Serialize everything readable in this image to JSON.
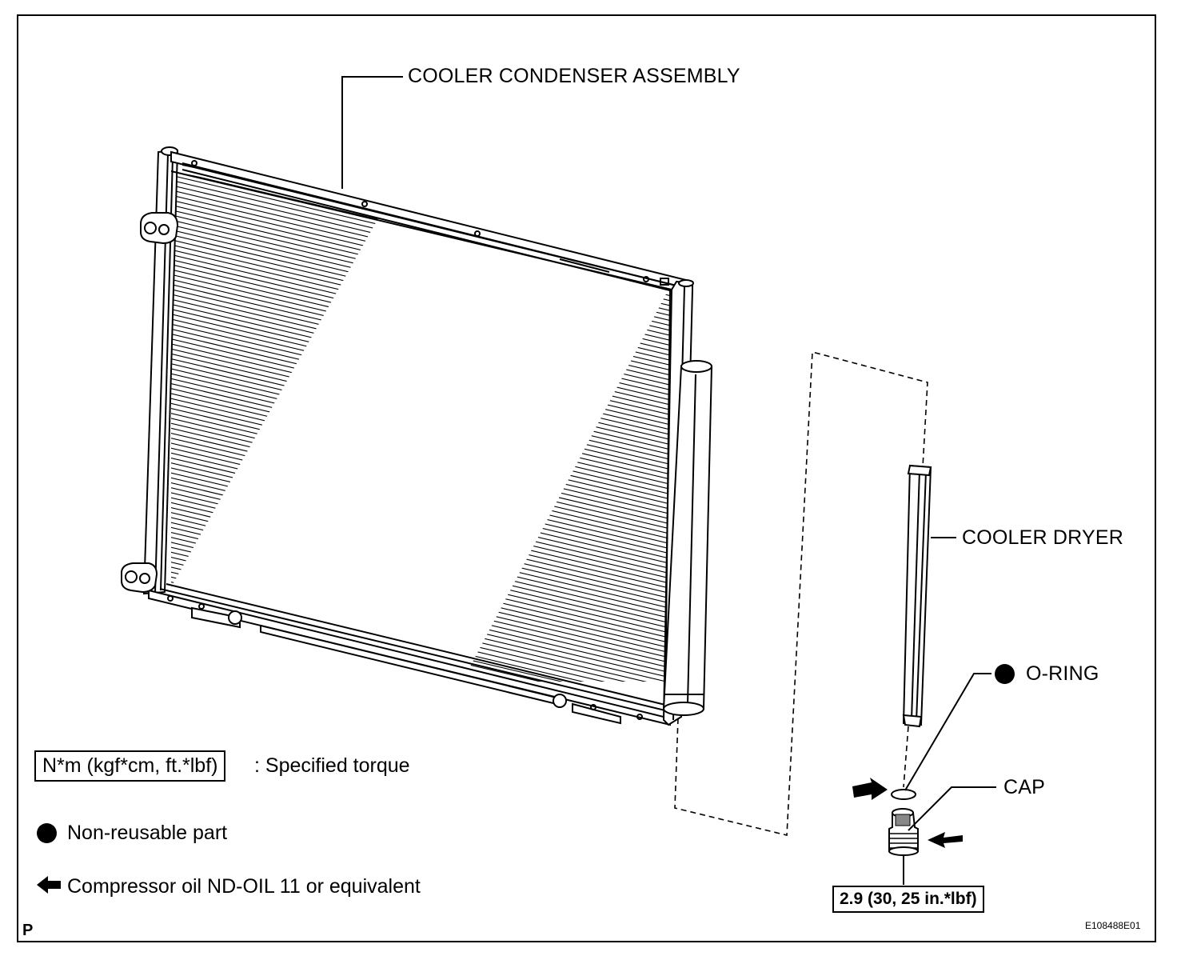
{
  "labels": {
    "condenser": "COOLER CONDENSER ASSEMBLY",
    "dryer": "COOLER DRYER",
    "oring": "O-RING",
    "cap": "CAP"
  },
  "torque": {
    "cap_value": "2.9 (30, 25 in.*lbf)"
  },
  "legend": {
    "torque_box": "N*m (kgf*cm, ft.*lbf)",
    "torque_text": ": Specified torque",
    "nonreusable_text": "Non-reusable part",
    "oil_text": "Compressor oil ND-OIL 11 or equivalent"
  },
  "page_marker": "P",
  "figure_code": "E108488E01",
  "icons": {
    "nonreusable": "filled-circle-icon",
    "oil": "left-arrow-icon"
  },
  "colors": {
    "ink": "#000000",
    "paper": "#ffffff"
  }
}
